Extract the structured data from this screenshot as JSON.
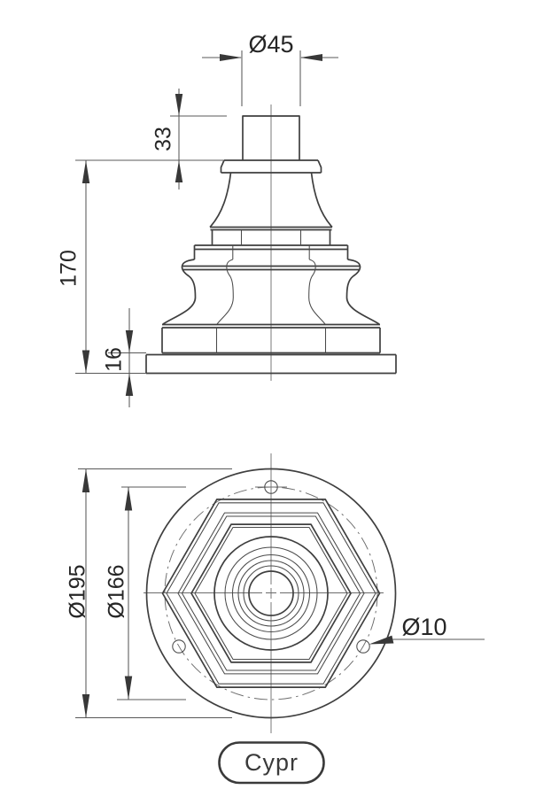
{
  "dimensions": {
    "top_diameter": "Ø45",
    "neck_height": "33",
    "overall_height": "170",
    "base_thickness": "16",
    "base_plate_diameter": "Ø195",
    "bolt_circle_diameter": "Ø166",
    "bolt_hole_diameter": "Ø10"
  },
  "label": {
    "text": "Cypr"
  },
  "colors": {
    "background": "#ffffff",
    "line": "#3f3f3f",
    "dimension_line": "#585858",
    "text": "#262626"
  }
}
